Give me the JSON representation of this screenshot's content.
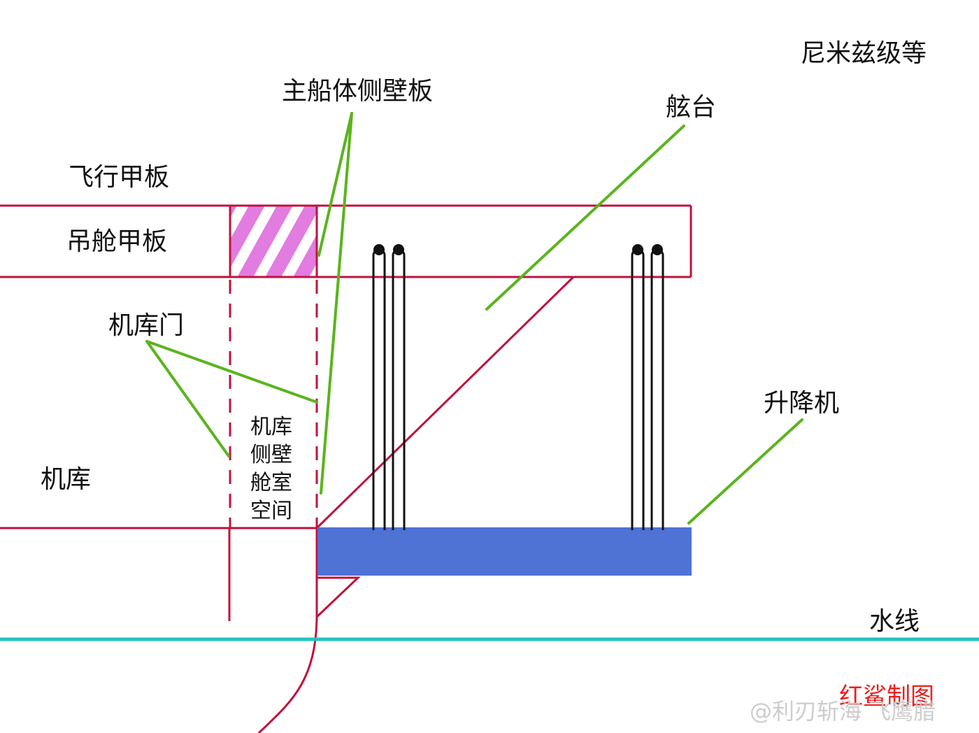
{
  "labels": {
    "top_right_note": "尼米兹级等",
    "main_hull_side_plate": "主船体侧壁板",
    "sponson": "舷台",
    "flight_deck": "飞行甲板",
    "gallery_deck": "吊舱甲板",
    "hangar_door": "机库门",
    "side_compartment": [
      "机库",
      "侧壁",
      "舱室",
      "空间"
    ],
    "hangar": "机库",
    "elevator": "升降机",
    "waterline": "水线"
  },
  "credit": "红鲨制图",
  "watermark": "@利刃斩海 飞鹰腊",
  "colors": {
    "structure": "#c0123c",
    "leader": "#5ab41e",
    "elevator": "#4f72d5",
    "waterline": "#22c2c2",
    "hatch": "#e27ce0",
    "credit": "#e8201e",
    "watermark": "#c8c8c8"
  }
}
